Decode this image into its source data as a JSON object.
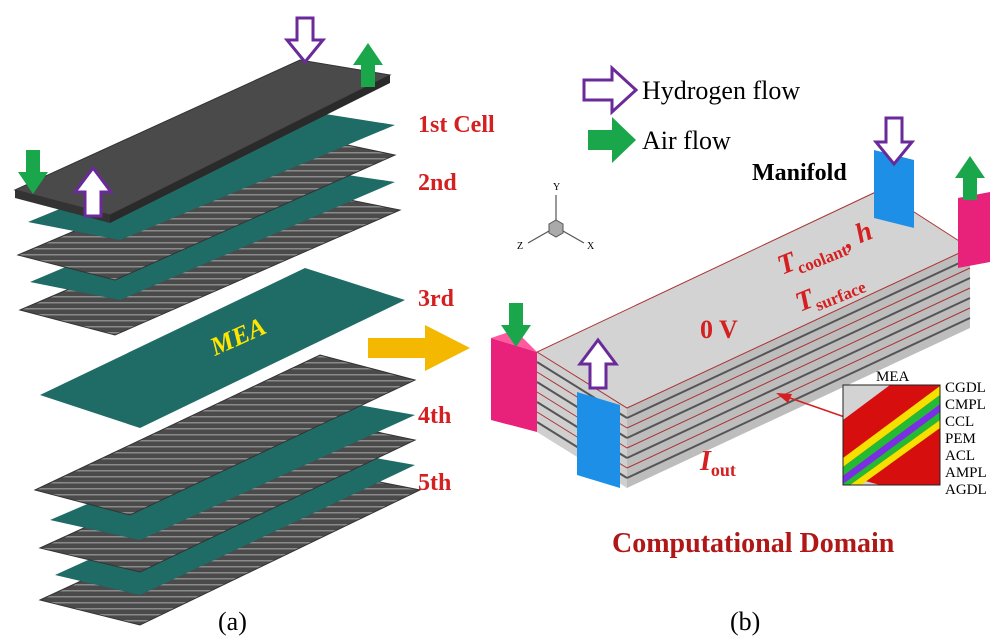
{
  "legend": {
    "hydrogen_label": "Hydrogen flow",
    "air_label": "Air flow"
  },
  "cells": {
    "first": "1st Cell",
    "second": "2nd",
    "third": "3rd",
    "fourth": "4th",
    "fifth": "5th"
  },
  "mea_label": "MEA",
  "panel_a_caption": "(a)",
  "panel_b_caption": "(b)",
  "domain": {
    "manifold_label": "Manifold",
    "voltage_label": "0 V",
    "coolant_T": "T",
    "coolant_sub": "coolant",
    "coolant_h": ", h",
    "surface_T": "T",
    "surface_sub": "surface",
    "current_I": "I",
    "current_sub": "out",
    "title": "Computational Domain"
  },
  "axes": {
    "x": "X",
    "y": "Y",
    "z": "Z"
  },
  "layers": {
    "mea": "MEA",
    "list": [
      "CGDL",
      "CMPL",
      "CCL",
      "PEM",
      "ACL",
      "AMPL",
      "AGDL"
    ]
  },
  "colors": {
    "plate": "#4a4a4a",
    "mea": "#1f6b66",
    "hydrogen": "#6a2a9a",
    "air": "#1aa64a",
    "arrow_yellow": "#f5b800",
    "manifold_blue": "#1e8fe6",
    "manifold_pink": "#e8217a",
    "label_red": "#d42020"
  }
}
